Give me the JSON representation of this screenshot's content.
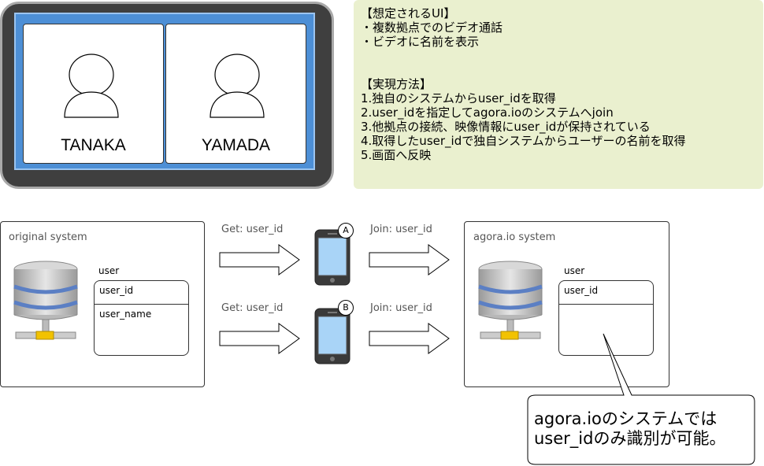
{
  "tablet": {
    "tiles": [
      {
        "name": "TANAKA"
      },
      {
        "name": "YAMADA"
      }
    ]
  },
  "note": {
    "lines": [
      "【想定されるUI】",
      "・複数拠点でのビデオ通話",
      "・ビデオに名前を表示",
      "",
      "",
      "【実現方法】",
      "1.独自のシステムからuser_idを取得",
      "2.user_idを指定してagora.ioのシステムへjoin",
      "3.他拠点の接続、映像情報にuser_idが保持されている",
      "4.取得したuser_idで独自システムからユーザーの名前を取得",
      "5.画面へ反映"
    ]
  },
  "original_system": {
    "title": "original system",
    "table_title": "user",
    "fields": [
      "user_id",
      "user_name"
    ]
  },
  "flows": {
    "get_label_a": "Get: user_id",
    "get_label_b": "Get: user_id",
    "join_label_a": "Join: user_id",
    "join_label_b": "Join: user_id",
    "device_a": "A",
    "device_b": "B"
  },
  "agora_system": {
    "title": "agora.io system",
    "table_title": "user",
    "fields": [
      "user_id"
    ]
  },
  "callout": {
    "line1": "agora.ioのシステムでは",
    "line2": "user_idのみ識別が可能。"
  },
  "colors": {
    "note_bg": "#eaf0cf",
    "tablet_frame": "#3f3f3f",
    "screen_blue": "#4d8fd6",
    "db_band": "#5b7fc4",
    "db_connector": "#f2c200"
  }
}
